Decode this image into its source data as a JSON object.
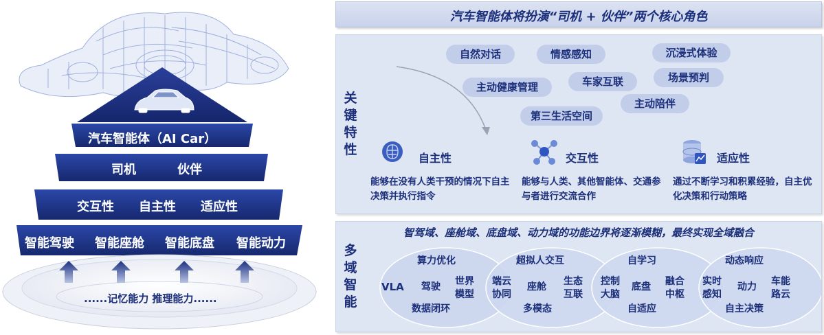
{
  "pyramid": {
    "top_label": "汽车智能体（AI Car）",
    "tier2": [
      "司机",
      "伙伴"
    ],
    "tier3": [
      "交互性",
      "自主性",
      "适应性"
    ],
    "tier4": [
      "智能驾驶",
      "智能座舱",
      "智能底盘",
      "智能动力"
    ],
    "pedestal_label": "......记忆能力   推理能力......",
    "colors": {
      "tier_dark": "#1a2f7e",
      "tier_light": "#2a46a6",
      "arrow": "#1f3580"
    }
  },
  "title": "汽车智能体将扮演“司机 + 伙伴”两个核心角色",
  "key_features": {
    "label": "关键特性",
    "pills": [
      "自然对话",
      "情感感知",
      "沉浸式体验",
      "场景预判",
      "主动健康管理",
      "车家互联",
      "主动陪伴",
      "第三生活空间"
    ],
    "items": [
      {
        "icon": "brain-icon",
        "title": "自主性",
        "desc": "能够在没有人类干预的情况下自主决策并执行指令"
      },
      {
        "icon": "network-icon",
        "title": "交互性",
        "desc": "能够与人类、其他智能体、交通参与者进行交流合作"
      },
      {
        "icon": "database-icon",
        "title": "适应性",
        "desc": "通过不断学习和积累经验，自主优化决策和行动策略"
      }
    ]
  },
  "multi_domain": {
    "label": "多域智能",
    "subtitle": "智驾域、座舱域、底盘域、动力域的功能边界将逐渐模糊，最终实现全域融合",
    "circles": {
      "c1": {
        "top": "算力优化",
        "left": "VLA",
        "center": "驾驶",
        "right": "世界模型",
        "bottom": "数据闭环"
      },
      "c2": {
        "top": "超拟人交互",
        "left": "端云协同",
        "center": "座舱",
        "right": "生态互联",
        "bottom": "多模态"
      },
      "c3": {
        "top": "自学习",
        "left": "控制大脑",
        "center": "底盘",
        "right": "融合中枢",
        "bottom": "自适应"
      },
      "c4": {
        "top": "动态响应",
        "left": "实时感知",
        "center": "动力",
        "right": "车能路云",
        "bottom": "自主决策"
      }
    }
  },
  "colors": {
    "accent": "#1c2f7a",
    "panel": "#dfe6f3",
    "pill": "#c2cdea"
  }
}
